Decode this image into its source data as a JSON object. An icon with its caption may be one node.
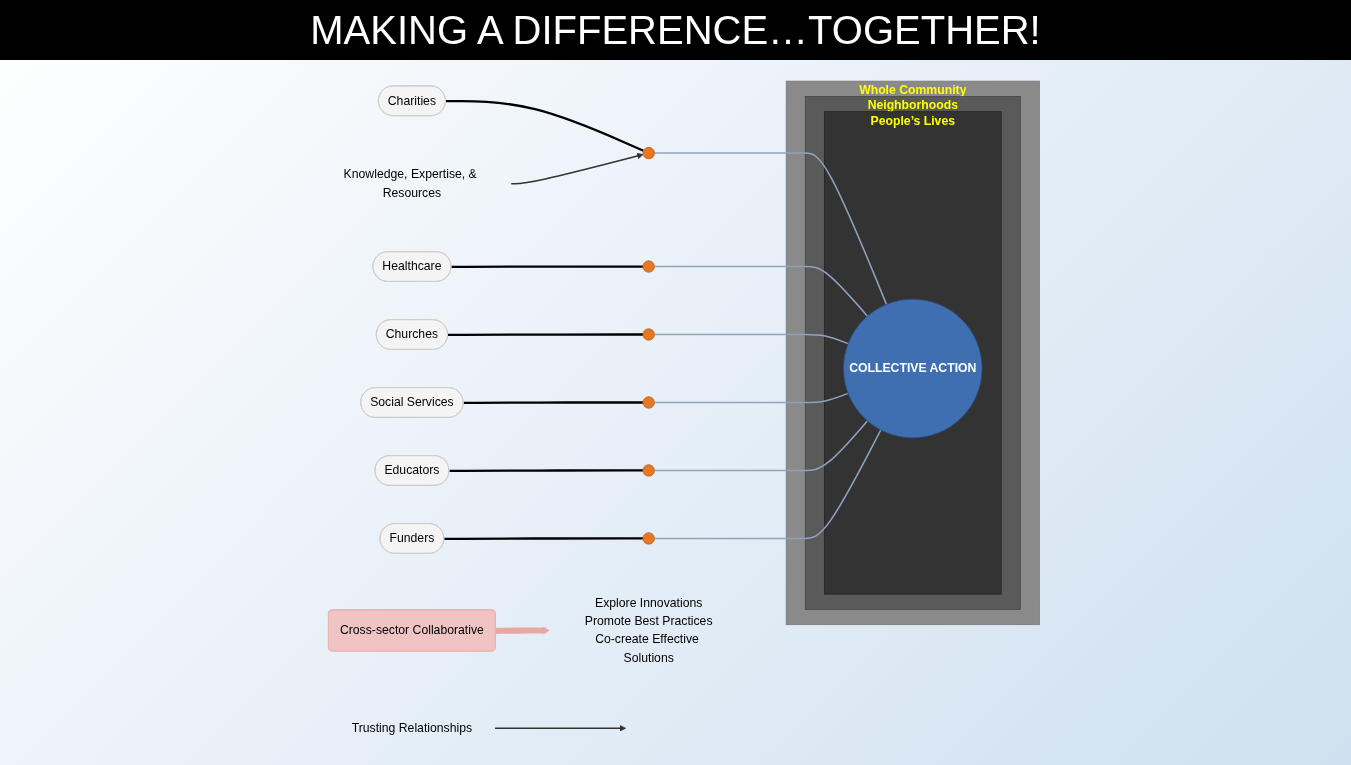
{
  "diagram": {
    "title": "MAKING A DIFFERENCE…TOGETHER!",
    "nodes": [
      {
        "text": [
          "Charities"
        ]
      },
      {
        "text": [
          "Healthcare"
        ]
      },
      {
        "text": [
          "Churches"
        ]
      },
      {
        "text": [
          "Social Services"
        ]
      },
      {
        "text": [
          "Educators"
        ]
      },
      {
        "text": [
          "Funders"
        ]
      },
      {
        "text": [],
        "shape": "circle"
      },
      {
        "text": [],
        "shape": "circle"
      },
      {
        "text": [],
        "shape": "circle"
      },
      {
        "text": [],
        "shape": "circle"
      },
      {
        "text": [],
        "shape": "circle"
      },
      {
        "text": [],
        "shape": "circle"
      },
      {
        "text": [
          "Knowledge, Expertise, & Resources"
        ]
      },
      {
        "text": [
          "Trusting Relationships"
        ]
      },
      {
        "text": [
          "Cross-sector Collaborative"
        ]
      },
      {
        "text": [
          "Whole Community"
        ]
      },
      {
        "text": [
          "Neighborhoods"
        ],
        "in": 15
      },
      {
        "text": [
          "People’s Lives"
        ],
        "in": 16
      },
      {
        "text": [
          "COLLECTIVE ACTION"
        ],
        "in": 17
      },
      {
        "text": [
          "Explore Innovations",
          "Promote Best Practices",
          "Co-create Effective Solutions"
        ]
      }
    ],
    "edges": [
      {
        "from": 0,
        "to": 6,
        "arrow": "none"
      },
      {
        "from": 1,
        "to": 7,
        "arrow": "none"
      },
      {
        "from": 2,
        "to": 8,
        "arrow": "none"
      },
      {
        "from": 3,
        "to": 9,
        "arrow": "none"
      },
      {
        "from": 4,
        "to": 10,
        "arrow": "none"
      },
      {
        "from": 5,
        "to": 11,
        "arrow": "none"
      },
      {
        "from": 12,
        "to": 6,
        "arrow": "to"
      },
      {
        "from": 13,
        "to": null,
        "arrow": "to"
      },
      {
        "from": 6,
        "to": 18,
        "arrow": "none",
        "color": "#8fa3bf"
      },
      {
        "from": 7,
        "to": 18,
        "arrow": "none",
        "color": "#8fa3bf"
      },
      {
        "from": 8,
        "to": 18,
        "arrow": "none",
        "color": "#8fa3bf"
      },
      {
        "from": 9,
        "to": 18,
        "arrow": "none",
        "color": "#8fa3bf"
      },
      {
        "from": 10,
        "to": 18,
        "arrow": "none",
        "color": "#8fa3bf"
      },
      {
        "from": 11,
        "to": 18,
        "arrow": "none",
        "color": "#8fa3bf"
      },
      {
        "from": 14,
        "to": 19,
        "arrow": "to",
        "style": "thick",
        "color": "#e8a7a7"
      }
    ]
  }
}
